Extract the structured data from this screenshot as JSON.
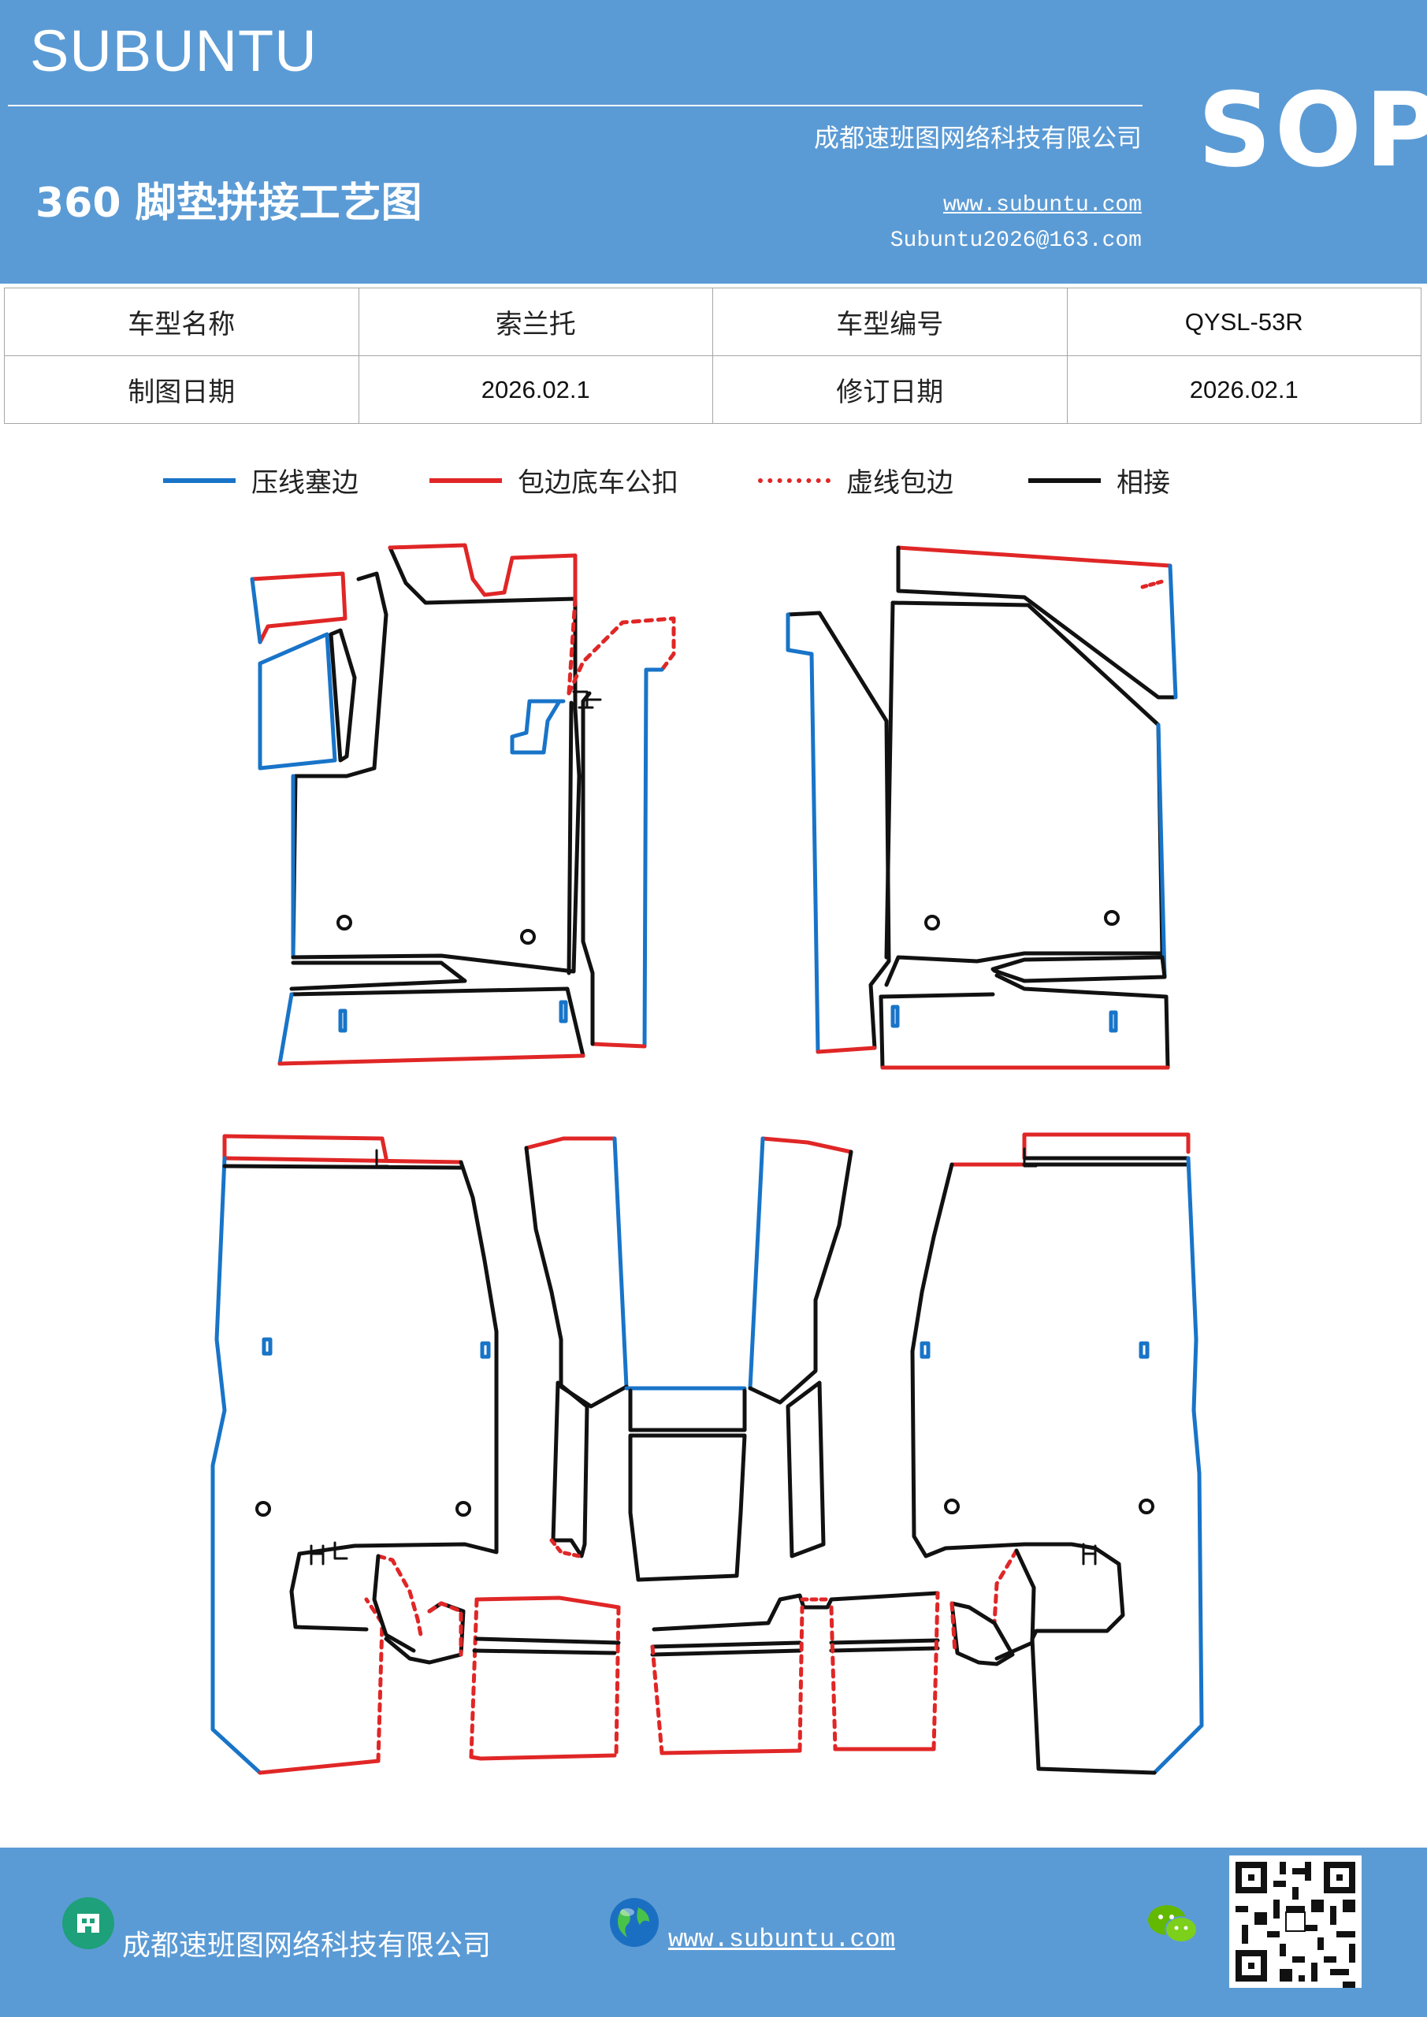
{
  "header": {
    "brand": "SUBUNTU",
    "company": "成都速班图网络科技有限公司",
    "title": "360 脚垫拼接工艺图",
    "website": "www.subuntu.com",
    "email": "Subuntu2026@163.com",
    "badge": "SOP"
  },
  "info_table": [
    [
      "车型名称",
      "索兰托",
      "车型编号",
      "QYSL-53R"
    ],
    [
      "制图日期",
      "2026.02.1",
      "修订日期",
      "2026.02.1"
    ]
  ],
  "legend": [
    {
      "label": "压线塞边",
      "color": "#1874c8",
      "style": "solid"
    },
    {
      "label": "包边底车公扣",
      "color": "#e02626",
      "style": "solid"
    },
    {
      "label": "虚线包边",
      "color": "#e02626",
      "style": "dotted"
    },
    {
      "label": "相接",
      "color": "#111111",
      "style": "solid"
    }
  ],
  "footer": {
    "company": "成都速班图网络科技有限公司",
    "website": "www.subuntu.com"
  },
  "icons": [
    "building-icon",
    "globe-icon",
    "wechat-icon",
    "qr-code"
  ]
}
